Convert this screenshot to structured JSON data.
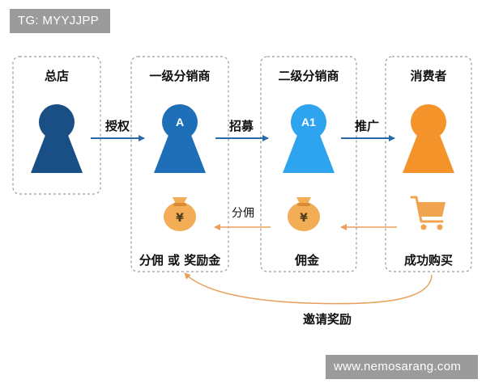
{
  "watermarks": {
    "top_left": "TG: MYYJJPP",
    "bottom_right": "www.nemosarang.com"
  },
  "nodes": [
    {
      "title": "总店",
      "letter": "",
      "color": "#1a4f86"
    },
    {
      "title": "一级分销商",
      "letter": "A",
      "color": "#1f6fb8"
    },
    {
      "title": "二级分销商",
      "letter": "A1",
      "color": "#2ea3ee"
    },
    {
      "title": "消费者",
      "letter": "",
      "color": "#f5932b"
    }
  ],
  "flows": {
    "authorize": "授权",
    "recruit": "招募",
    "promote": "推广",
    "commission": "分佣"
  },
  "bottom_labels": {
    "level1": "分佣 或 奖励金",
    "level2": "佣金",
    "consumer": "成功购买"
  },
  "reward_label": "邀请奖励",
  "money_symbol": "¥",
  "colors": {
    "blue_arrow": "#2b6aa8",
    "orange_arrow": "#e8a05a",
    "bag": "#f3ad56",
    "cart": "#f0a450"
  }
}
